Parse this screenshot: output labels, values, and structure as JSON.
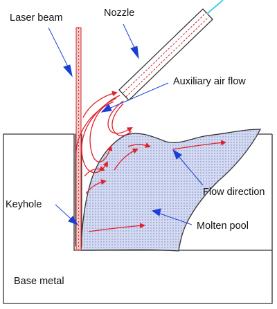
{
  "labels": {
    "laser_beam": "Laser beam",
    "nozzle": "Nozzle",
    "auxiliary_air_flow": "Auxiliary air flow",
    "flow_direction": "Flow direction",
    "keyhole": "Keyhole",
    "molten_pool": "Molten pool",
    "base_metal": "Base metal"
  },
  "colors": {
    "outline": "#333333",
    "pointer": "#1a3fd6",
    "flow": "#e0202a",
    "pool_fill": "#d4daf0",
    "pool_dots": "#8f9bd6",
    "nozzle_tip": "#3fd2e0"
  }
}
